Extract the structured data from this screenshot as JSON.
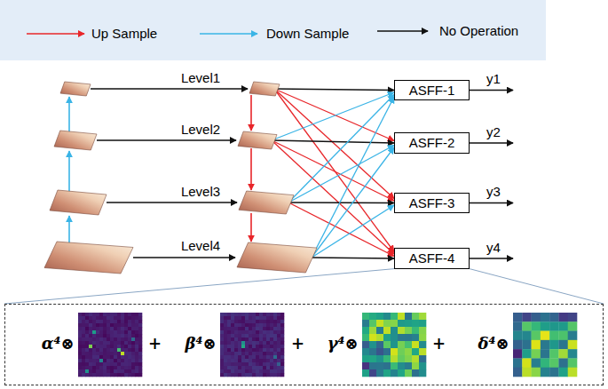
{
  "diagram": {
    "nodes": [
      {
        "text": [
          "ASFF-1"
        ]
      },
      {
        "text": [
          "ASFF-2"
        ]
      },
      {
        "text": [
          "ASFF-3"
        ]
      },
      {
        "text": [
          "ASFF-4"
        ]
      },
      {
        "text": [
          "α⁴⊗",
          "+",
          "β⁴⊗",
          "+",
          "γ⁴⊗",
          "+",
          "δ⁴⊗"
        ]
      }
    ],
    "edges": [
      {
        "from": 3,
        "to": 4,
        "arrow": "none"
      },
      {
        "from": 3,
        "to": 4,
        "arrow": "none"
      }
    ],
    "labels": [
      "Level1",
      "Level2",
      "Level3",
      "Level4",
      "y1",
      "y2",
      "y3",
      "y4"
    ],
    "legend": [
      {
        "text": "Up Sample"
      },
      {
        "text": "Down Sample"
      },
      {
        "text": "No Operation"
      }
    ]
  }
}
